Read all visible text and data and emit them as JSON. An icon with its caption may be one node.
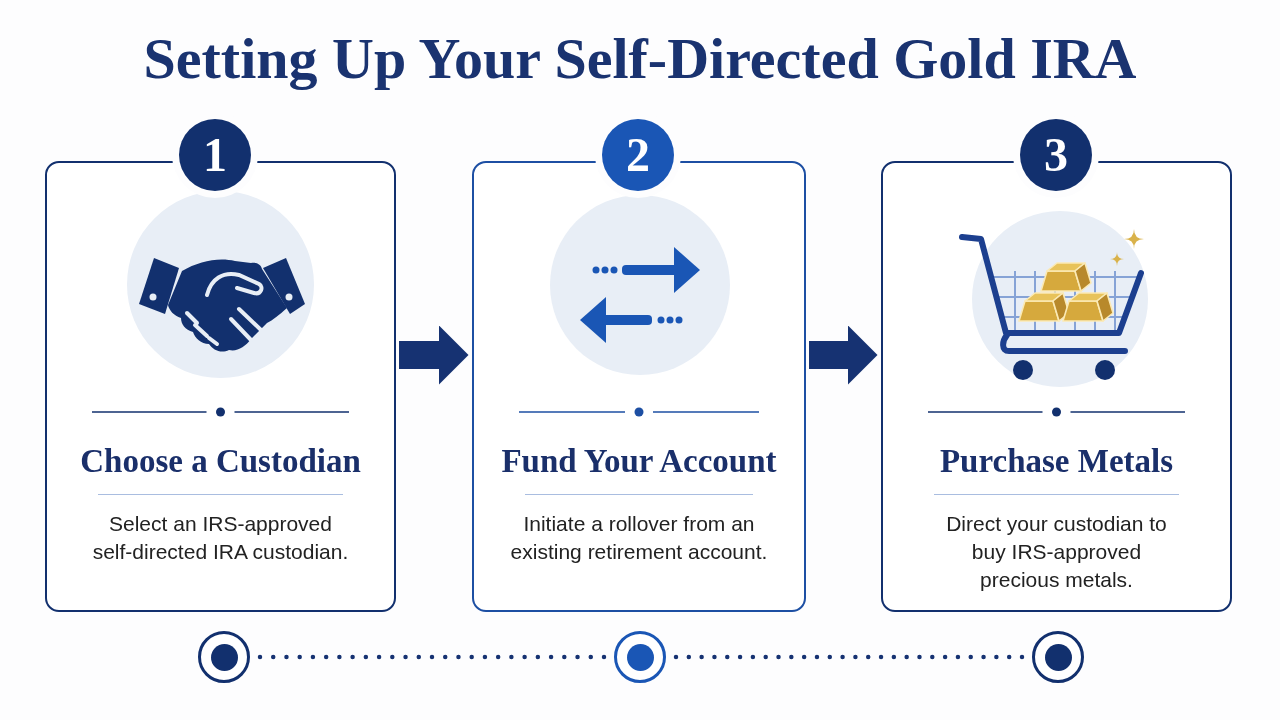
{
  "diagram": {
    "title": "Setting Up Your Self-Directed Gold IRA",
    "nodes": [
      {
        "text": [
          "1"
        ]
      },
      {
        "text": [
          "Choose a Custodian",
          "Select an IRS-approved self-directed IRA custodian."
        ]
      },
      {
        "text": [
          "2"
        ]
      },
      {
        "text": [
          "Fund Your Account",
          "Initiate a rollover from an existing retirement account."
        ]
      },
      {
        "text": [
          "3"
        ]
      },
      {
        "text": [
          "Purchase Metals",
          "Direct your custodian to buy IRS-approved precious metals."
        ]
      },
      {
        "text": [],
        "shape": "circle"
      },
      {
        "text": [],
        "shape": "circle"
      },
      {
        "text": [],
        "shape": "circle"
      }
    ],
    "edges": [
      {
        "from": 1,
        "to": 3,
        "arrow": "to",
        "style": "thick"
      },
      {
        "from": 3,
        "to": 5,
        "arrow": "to",
        "style": "thick"
      },
      {
        "from": 6,
        "to": 7,
        "arrow": "none",
        "style": "dashed"
      },
      {
        "from": 7,
        "to": 8,
        "arrow": "none",
        "style": "dashed"
      }
    ]
  }
}
